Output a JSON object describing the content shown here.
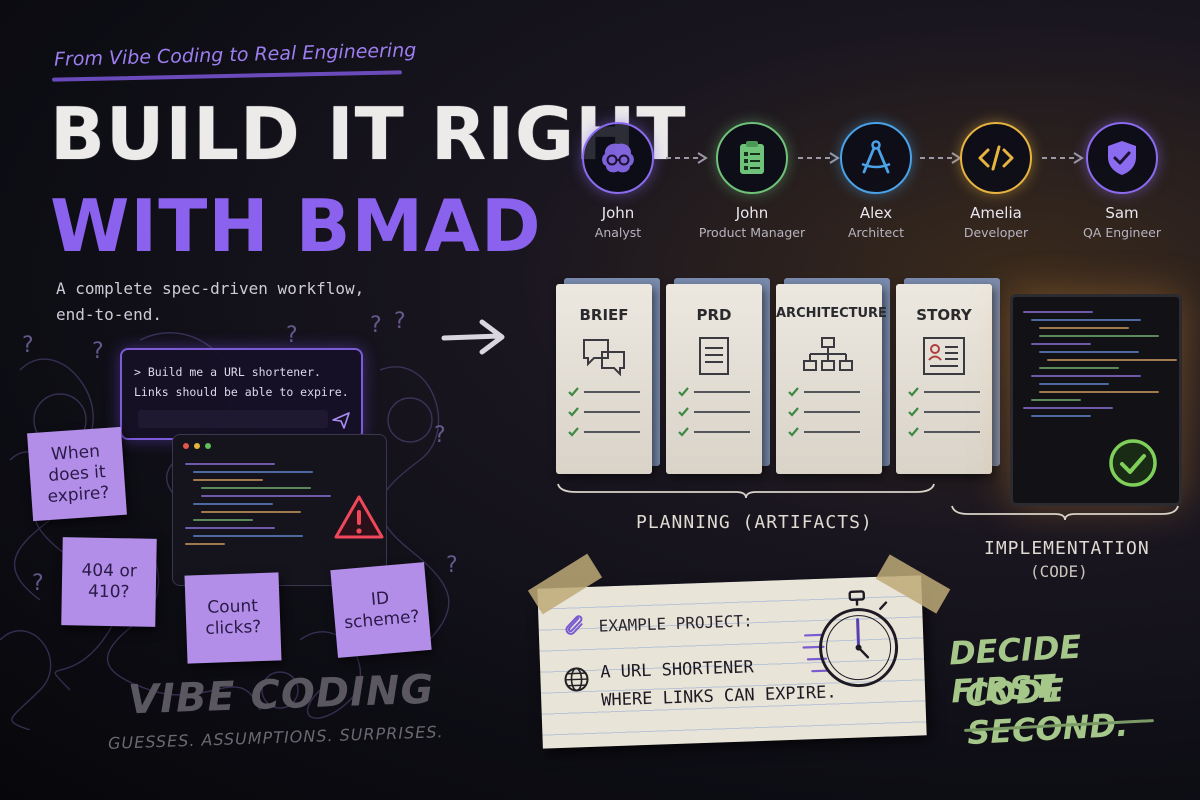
{
  "header": {
    "tagline": "From Vibe Coding to Real Engineering",
    "title_line1": "BUILD IT RIGHT",
    "title_line2": "WITH BMAD",
    "subtitle": "A complete spec-driven workflow,\nend-to-end."
  },
  "prompt": {
    "text": "> Build me a URL shortener.\n  Links should be able to expire."
  },
  "sticky_notes": [
    {
      "text": "When does it expire?"
    },
    {
      "text": "404 or 410?"
    },
    {
      "text": "Count clicks?"
    },
    {
      "text": "ID scheme?"
    }
  ],
  "vibe": {
    "title": "VIBE CODING",
    "subtitle": "GUESSES. ASSUMPTIONS. SURPRISES."
  },
  "agents": [
    {
      "name": "John",
      "role": "Analyst",
      "icon": "brain-icon",
      "color": "#8b6cf0"
    },
    {
      "name": "John",
      "role": "Product Manager",
      "icon": "clipboard-icon",
      "color": "#6fc27a"
    },
    {
      "name": "Alex",
      "role": "Architect",
      "icon": "compass-icon",
      "color": "#4aa3e8"
    },
    {
      "name": "Amelia",
      "role": "Developer",
      "icon": "code-icon",
      "color": "#e8b440"
    },
    {
      "name": "Sam",
      "role": "QA Engineer",
      "icon": "shield-check-icon",
      "color": "#8b6cf0"
    }
  ],
  "artifacts": [
    {
      "title": "BRIEF",
      "icon": "chat-icon"
    },
    {
      "title": "PRD",
      "icon": "document-icon"
    },
    {
      "title": "ARCHITECTURE",
      "icon": "hierarchy-icon"
    },
    {
      "title": "STORY",
      "icon": "profile-card-icon"
    }
  ],
  "labels": {
    "planning": "PLANNING (ARTIFACTS)",
    "implementation": "IMPLEMENTATION",
    "implementation_sub": "(CODE)"
  },
  "example": {
    "label": "EXAMPLE PROJECT:",
    "line1": "A URL SHORTENER",
    "line2": "WHERE LINKS CAN EXPIRE."
  },
  "closing": {
    "line1": "DECIDE FIRST.",
    "line2": "CODE SECOND."
  }
}
